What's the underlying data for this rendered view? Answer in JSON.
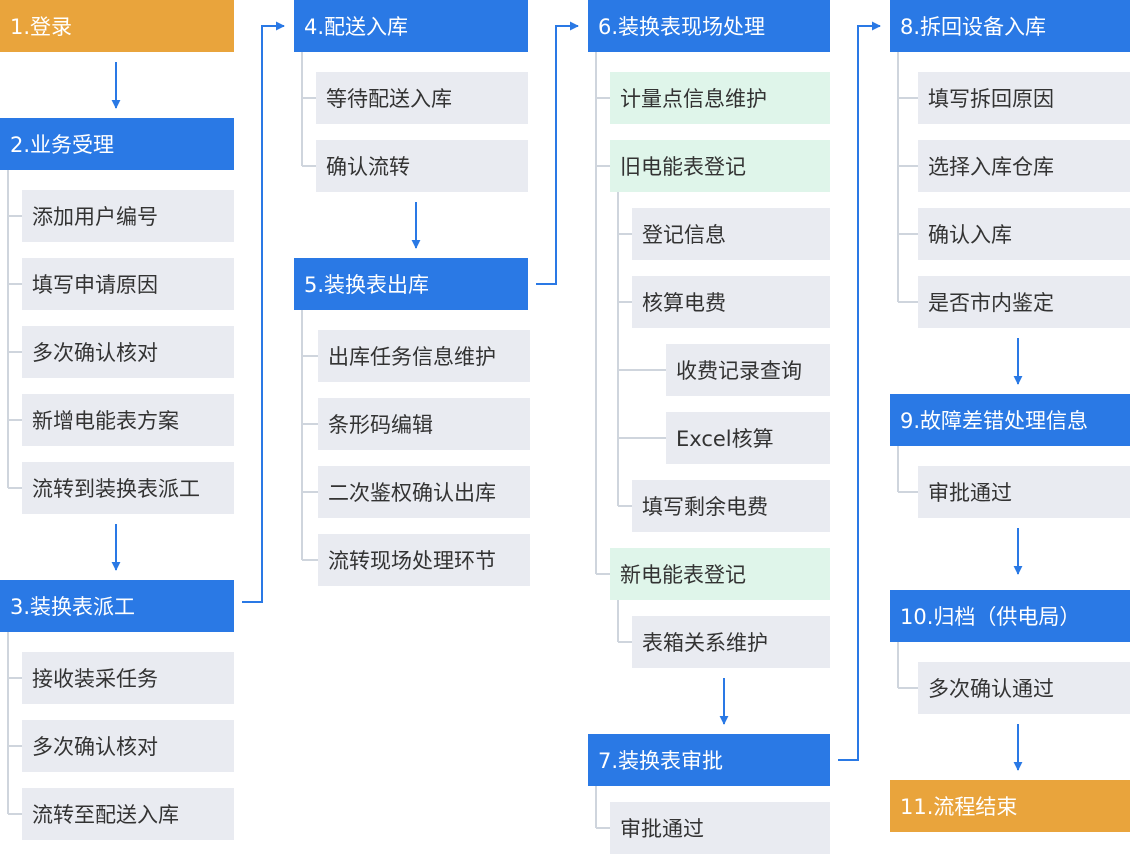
{
  "colors": {
    "header_blue": "#2a79e5",
    "header_orange": "#e9a43c",
    "sub_gray": "#e9ebf1",
    "sub_green": "#dff5ea",
    "connector_blue": "#2a79e5",
    "tree_gray": "#cfd5dd"
  },
  "col1": {
    "login": "1.登录",
    "business": "2.业务受理",
    "business_items": [
      "添加用户编号",
      "填写申请原因",
      "多次确认核对",
      "新增电能表方案",
      "流转到装换表派工"
    ],
    "dispatch": "3.装换表派工",
    "dispatch_items": [
      "接收装采任务",
      "多次确认核对",
      "流转至配送入库"
    ]
  },
  "col2": {
    "delivery": "4.配送入库",
    "delivery_items": [
      "等待配送入库",
      "确认流转"
    ],
    "outbound": "5.装换表出库",
    "outbound_items": [
      "出库任务信息维护",
      "条形码编辑",
      "二次鉴权确认出库",
      "流转现场处理环节"
    ]
  },
  "col3": {
    "onsite": "6.装换表现场处理",
    "metering": "计量点信息维护",
    "old_meter": "旧电能表登记",
    "old_items": [
      "登记信息",
      "核算电费"
    ],
    "fee_items": [
      "收费记录查询",
      "Excel核算"
    ],
    "remaining": "填写剩余电费",
    "new_meter": "新电能表登记",
    "box_relation": "表箱关系维护",
    "approval": "7.装换表审批",
    "approval_item": "审批通过"
  },
  "col4": {
    "return": "8.拆回设备入库",
    "return_items": [
      "填写拆回原因",
      "选择入库仓库",
      "确认入库",
      "是否市内鉴定"
    ],
    "fault": "9.故障差错处理信息",
    "fault_item": "审批通过",
    "archive": "10.归档（供电局）",
    "archive_item": "多次确认通过",
    "end": "11.流程结束"
  }
}
